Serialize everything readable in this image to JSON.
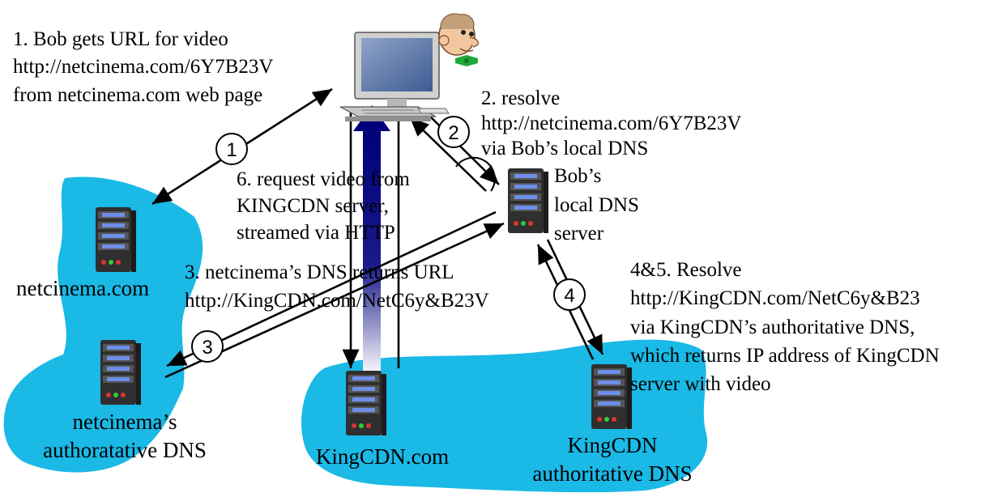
{
  "colors": {
    "cloud": "#1AB9E6",
    "arrow": "#000000",
    "video_stream": "#00007A",
    "server_body": "#3A3A3A",
    "server_light": "#6E8EE8"
  },
  "icons": [
    "laptop-icon",
    "user-face-icon",
    "server-icon"
  ],
  "annotations": {
    "step1": {
      "line1": "1. Bob gets URL for video",
      "line2": "http://netcinema.com/6Y7B23V",
      "line3": "from netcinema.com web page"
    },
    "step2": {
      "line1": "2. resolve",
      "line2": "http://netcinema.com/6Y7B23V",
      "line3": "via Bob’s local DNS"
    },
    "step3": {
      "line1": "3. netcinema’s DNS returns URL",
      "line2": "http://KingCDN.com/NetC6y&B23V"
    },
    "step45": {
      "line1": "4&5. Resolve",
      "line2": "http://KingCDN.com/NetC6y&B23",
      "line3": "via KingCDN’s authoritative DNS,",
      "line4": "which returns IP address of KingCDN",
      "line5": "server  with video"
    },
    "step6": {
      "line1": "6. request video from",
      "line2": "KINGCDN server,",
      "line3": "streamed via HTTP"
    }
  },
  "badges": {
    "b1": "1",
    "b2": "2",
    "b3": "3",
    "b4": "4"
  },
  "servers": {
    "local_dns": {
      "line1": "Bob’s",
      "line2": "local DNS",
      "line3": "server"
    },
    "netcinema": {
      "line1": "netcinema.com"
    },
    "netcinema_auth": {
      "line1": "netcinema’s",
      "line2": "authoratative DNS"
    },
    "kingcdn": {
      "line1": "KingCDN.com"
    },
    "kingcdn_auth": {
      "line1": "KingCDN",
      "line2": "authoritative DNS"
    }
  }
}
